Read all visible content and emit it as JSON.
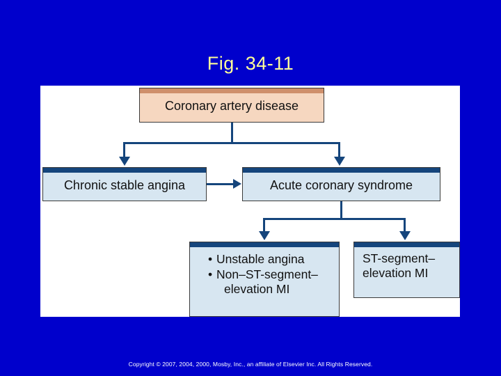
{
  "slide": {
    "title": "Fig. 34-11",
    "title_color": "#ffff99",
    "background_color": "#0000cc",
    "panel_background": "#ffffff",
    "copyright": "Copyright © 2007, 2004, 2000, Mosby, Inc., an affiliate of Elsevier Inc. All Rights Reserved."
  },
  "diagram": {
    "type": "flowchart",
    "nodes": [
      {
        "id": "coronary-artery-disease",
        "label": "Coronary artery disease",
        "fill": "#f6d7c0",
        "cap": "#cf8f6b",
        "tier": 1
      },
      {
        "id": "chronic-stable-angina",
        "label": "Chronic stable angina",
        "fill": "#d7e6f1",
        "cap": "#15457c",
        "tier": 2
      },
      {
        "id": "acute-coronary-syndrome",
        "label": "Acute coronary syndrome",
        "fill": "#d7e6f1",
        "cap": "#15457c",
        "tier": 2
      },
      {
        "id": "unstable-angina-nstemi",
        "bullets": [
          "Unstable angina",
          "Non–ST-segment–"
        ],
        "bullet_continuation": "elevation MI",
        "fill": "#d7e6f1",
        "cap": "#15457c",
        "tier": 3
      },
      {
        "id": "st-elevation-mi",
        "line1": "ST-segment–",
        "line2": "elevation MI",
        "fill": "#d7e6f1",
        "cap": "#15457c",
        "tier": 3
      }
    ],
    "connector_color": "#15457c",
    "edges": [
      {
        "from": "coronary-artery-disease",
        "to": "chronic-stable-angina",
        "style": "arrow-down"
      },
      {
        "from": "coronary-artery-disease",
        "to": "acute-coronary-syndrome",
        "style": "arrow-down"
      },
      {
        "from": "chronic-stable-angina",
        "to": "acute-coronary-syndrome",
        "style": "arrow-right"
      },
      {
        "from": "acute-coronary-syndrome",
        "to": "unstable-angina-nstemi",
        "style": "arrow-down"
      },
      {
        "from": "acute-coronary-syndrome",
        "to": "st-elevation-mi",
        "style": "arrow-down"
      }
    ]
  }
}
